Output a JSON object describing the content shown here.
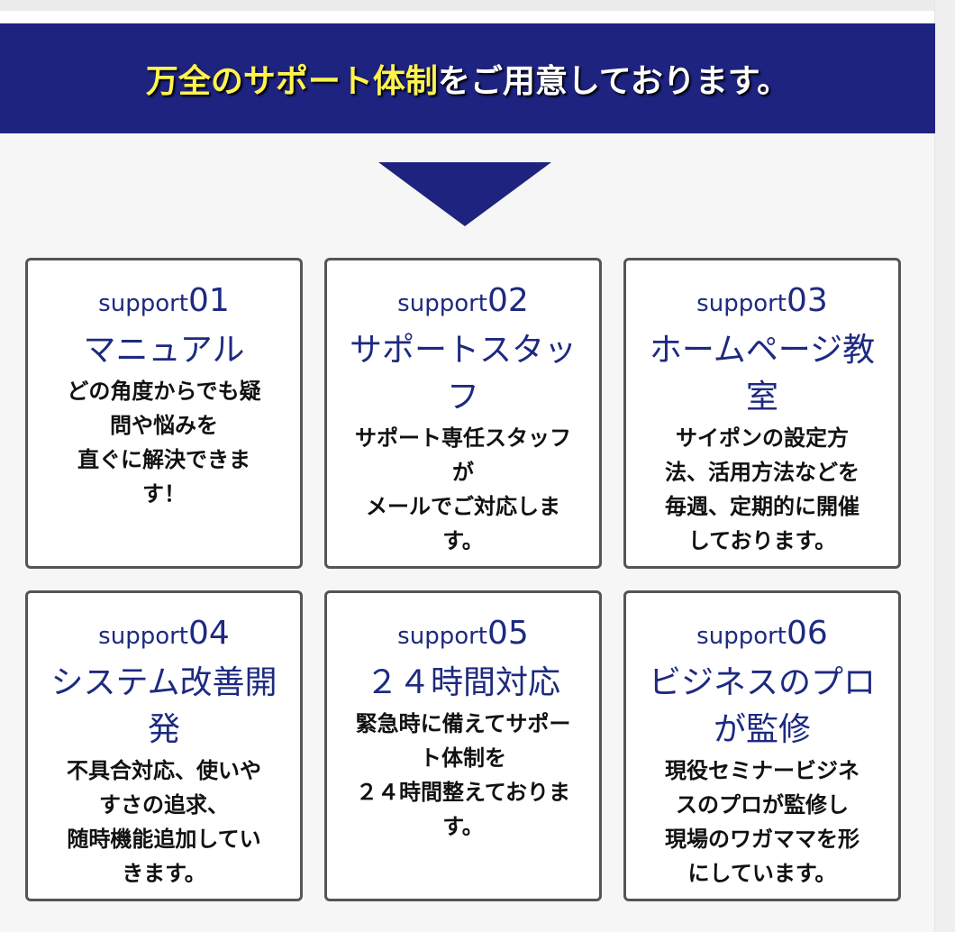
{
  "banner": {
    "highlight": "万全のサポート体制",
    "rest": "をご用意しております。"
  },
  "cards": [
    {
      "prefix": "support",
      "num": "01",
      "title": [
        "マニュアル"
      ],
      "body": [
        "どの角度からでも疑",
        "問や悩みを",
        "直ぐに解決できま",
        "す！"
      ]
    },
    {
      "prefix": "support",
      "num": "02",
      "title": [
        "サポートスタッ",
        "フ"
      ],
      "body": [
        "サポート専任スタッフ",
        "が",
        "メールでご対応しま",
        "す。"
      ]
    },
    {
      "prefix": "support",
      "num": "03",
      "title": [
        "ホームページ教",
        "室"
      ],
      "body": [
        "サイポンの設定方",
        "法、活用方法などを",
        "毎週、定期的に開催",
        "しております。"
      ]
    },
    {
      "prefix": "support",
      "num": "04",
      "title": [
        "システム改善開",
        "発"
      ],
      "body": [
        "不具合対応、使いや",
        "すさの追求、",
        "随時機能追加してい",
        "きます。"
      ]
    },
    {
      "prefix": "support",
      "num": "05",
      "title": [
        "２４時間対応"
      ],
      "body": [
        "緊急時に備えてサポー",
        "ト体制を",
        "２４時間整えておりま",
        "す。"
      ]
    },
    {
      "prefix": "support",
      "num": "06",
      "title": [
        "ビジネスのプロ",
        "が監修"
      ],
      "body": [
        "現役セミナービジネ",
        "スのプロが監修し",
        "現場のワガママを形",
        "にしています。"
      ]
    }
  ]
}
